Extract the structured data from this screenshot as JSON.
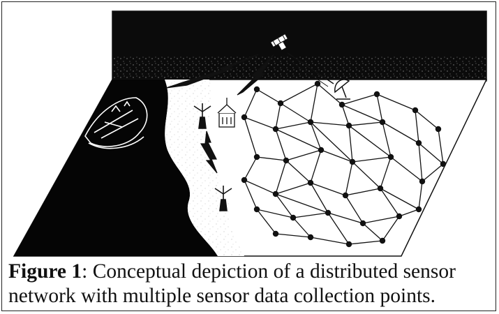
{
  "caption": {
    "label": "Figure 1",
    "text_line1": ": Conceptual depiction of a distributed sensor",
    "text_line2": "network with multiple sensor data collection points."
  },
  "colors": {
    "ink": "#111111",
    "sky": "#0b0b0b",
    "sea": "#050505",
    "land": "#ffffff"
  }
}
